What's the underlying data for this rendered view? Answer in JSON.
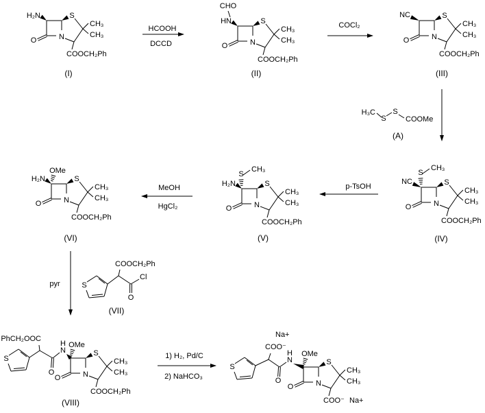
{
  "scheme": {
    "compounds": {
      "I": {
        "label": "(I)",
        "amine": "H₂N",
        "ring_s": "S",
        "methyl_top": "CH₃",
        "methyl_bottom": "CH₃",
        "carbonyl_o": "O",
        "ring_n": "N",
        "ester": "COOCH₂Ph"
      },
      "II": {
        "label": "(II)",
        "formyl": "CHO",
        "amine": "HN",
        "ring_s": "S",
        "methyl_top": "CH₃",
        "methyl_bottom": "CH₃",
        "carbonyl_o": "O",
        "ring_n": "N",
        "ester": "COOCH₂Ph"
      },
      "III": {
        "label": "(III)",
        "cyano": "NC",
        "ring_s": "S",
        "methyl_top": "CH₃",
        "methyl_bottom": "CH₃",
        "carbonyl_o": "O",
        "ring_n": "N",
        "ester": "COOCH₂Ph"
      },
      "A": {
        "label": "(A)",
        "methyl": "H₃C",
        "s1": "S",
        "s2": "S",
        "ester": "COOMe"
      },
      "IV": {
        "label": "(IV)",
        "cyano": "NC",
        "sme_s": "S",
        "sme_me": "CH₃",
        "ring_s": "S",
        "methyl_top": "CH₃",
        "methyl_bottom": "CH₃",
        "carbonyl_o": "O",
        "ring_n": "N",
        "ester": "COOCH₂Ph"
      },
      "V": {
        "label": "(V)",
        "amine": "H₂N",
        "sme_s": "S",
        "sme_me": "CH₃",
        "ring_s": "S",
        "methyl_top": "CH₃",
        "methyl_bottom": "CH₃",
        "carbonyl_o": "O",
        "ring_n": "N",
        "ester": "COOCH₂Ph"
      },
      "VI": {
        "label": "(VI)",
        "amine": "H₂N",
        "ome": "OMe",
        "ring_s": "S",
        "methyl_top": "CH₃",
        "methyl_bottom": "CH₃",
        "carbonyl_o": "O",
        "ring_n": "N",
        "ester": "COOCH₂Ph"
      },
      "VII": {
        "label": "(VII)",
        "thiophene_s": "S",
        "ester": "COOCH₂Ph",
        "chloride": "Cl",
        "acyl_o": "O"
      },
      "VIII": {
        "label": "(VIII)",
        "benzyl_ester": "PhCH₂OOC",
        "thiophene_s": "S",
        "acyl_o": "O",
        "amide_h": "H",
        "amide_n": "N",
        "ome": "OMe",
        "ring_s": "S",
        "methyl_top": "CH₃",
        "methyl_bottom": "CH₃",
        "carbonyl_o": "O",
        "ring_n": "N",
        "ester": "COOCH₂Ph"
      },
      "product": {
        "sodium_top": "Na+",
        "carboxylate_top": "COO⁻",
        "thiophene_s": "S",
        "acyl_o": "O",
        "amide_h": "H",
        "amide_n": "N",
        "ome": "OMe",
        "ring_s": "S",
        "methyl_top": "CH₃",
        "methyl_bottom": "CH₃",
        "carbonyl_o": "O",
        "ring_n": "N",
        "carboxylate_bottom": "COO⁻",
        "sodium_bottom": "Na+"
      }
    },
    "reactions": {
      "step1": {
        "above": "HCOOH",
        "below": "DCCD"
      },
      "step2": {
        "above": "COCl₂"
      },
      "step3": {
        "above": "p-TsOH"
      },
      "step4": {
        "above": "MeOH",
        "below": "HgCl₂"
      },
      "step5": {
        "label": "pyr"
      },
      "step6": {
        "above": "1) H₂, Pd/C",
        "below": "2) NaHCO₃"
      }
    },
    "colors": {
      "ink": "#000000",
      "background": "#ffffff"
    }
  }
}
